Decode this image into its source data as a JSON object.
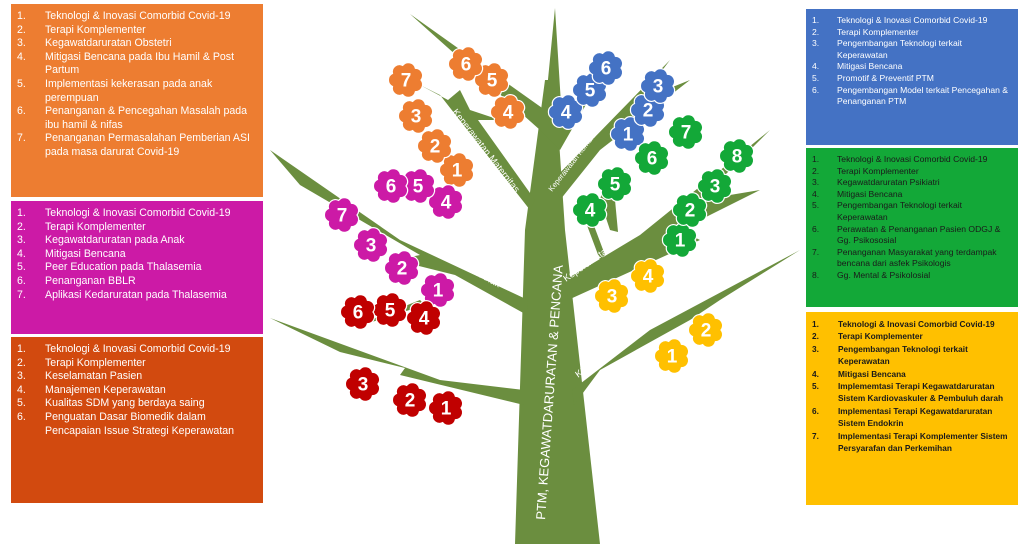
{
  "trunk_label": "PTM, KEGAWATDARURATAN & PENCANA",
  "branches": {
    "maternitas": "Keperawatan Maternitas",
    "komunitas": "Keperawatan Komunitas, Keluarga & Gerontik",
    "anak": "Keperawatan Anak",
    "jiwa": "Keperawatan Jiwa",
    "dasar": "Keperawatan Dasar",
    "kmb": "KMB & Kegawatdaruratan"
  },
  "colors": {
    "maternitas": "#ed7d31",
    "anak": "#cc1aa6",
    "dasar": "#c00000",
    "komunitas": "#4472c4",
    "jiwa": "#13a838",
    "kmb": "#ffc000",
    "tree": "#6b8e3f"
  },
  "panels": {
    "maternitas": [
      {
        "num": "1.",
        "text": "Teknologi & Inovasi Comorbid Covid-19"
      },
      {
        "num": "2.",
        "text": "Terapi Komplementer"
      },
      {
        "num": "3.",
        "text": "Kegawatdaruratan Obstetri"
      },
      {
        "num": "4.",
        "text": "Mitigasi Bencana  pada Ibu Hamil & Post Partum"
      },
      {
        "num": "5.",
        "text": "Implementasi kekerasan pada anak perempuan"
      },
      {
        "num": "6.",
        "text": "Penanganan & Pencegahan Masalah pada ibu hamil & nifas"
      },
      {
        "num": "7.",
        "text": "Penanganan Permasalahan Pemberian ASI pada masa darurat Covid-19"
      }
    ],
    "anak": [
      {
        "num": "1.",
        "text": "Teknologi & Inovasi Comorbid Covid-19"
      },
      {
        "num": "2.",
        "text": "Terapi Komplementer"
      },
      {
        "num": "3.",
        "text": "Kegawatdaruratan pada Anak"
      },
      {
        "num": "4.",
        "text": "Mitigasi Bencana"
      },
      {
        "num": "5.",
        "text": "Peer Education pada Thalasemia"
      },
      {
        "num": "6.",
        "text": "Penanganan BBLR"
      },
      {
        "num": "7.",
        "text": "Aplikasi Kedaruratan pada Thalasemia"
      }
    ],
    "dasar": [
      {
        "num": "1.",
        "text": "Teknologi & Inovasi Comorbid Covid-19"
      },
      {
        "num": "2.",
        "text": "Terapi Komplementer"
      },
      {
        "num": "3.",
        "text": "Keselamatan Pasien"
      },
      {
        "num": "4.",
        "text": "Manajemen Keperawatan"
      },
      {
        "num": "5.",
        "text": "Kualitas SDM yang berdaya saing"
      },
      {
        "num": "6.",
        "text": "Penguatan Dasar Biomedik dalam Pencapaian Issue Strategi Keperawatan"
      }
    ],
    "komunitas": [
      {
        "num": "1.",
        "text": "Teknologi & Inovasi Comorbid Covid-19"
      },
      {
        "num": "2.",
        "text": "Terapi Komplementer"
      },
      {
        "num": "3.",
        "text": "Pengembangan Teknologi terkait Keperawatan"
      },
      {
        "num": "4.",
        "text": "Mitigasi Bencana"
      },
      {
        "num": "5.",
        "text": "Promotif & Preventif PTM"
      },
      {
        "num": "6.",
        "text": "Pengembangan Model terkait Pencegahan & Penanganan PTM"
      }
    ],
    "jiwa": [
      {
        "num": "1.",
        "text": "Teknologi & Inovasi Comorbid Covid-19"
      },
      {
        "num": "2.",
        "text": "Terapi Komplementer"
      },
      {
        "num": "3.",
        "text": "Kegawatdaruratan Psikiatri"
      },
      {
        "num": "4.",
        "text": "Mitigasi Bencana"
      },
      {
        "num": "5.",
        "text": "Pengembangan Teknologi terkait Keperawatan"
      },
      {
        "num": "6.",
        "text": "Perawatan & Penanganan Pasien ODGJ & Gg. Psikososial"
      },
      {
        "num": "7.",
        "text": "Penanganan Masyarakat yang terdampak bencana dari asfek Psikologis"
      },
      {
        "num": "8.",
        "text": "Gg. Mental & Psikolosial"
      }
    ],
    "kmb": [
      {
        "num": "1.",
        "text": "Teknologi & Inovasi Comorbid Covid-19"
      },
      {
        "num": "2.",
        "text": "Terapi Komplementer"
      },
      {
        "num": "3.",
        "text": "Pengembangan Teknologi terkait Keperawatan"
      },
      {
        "num": "4.",
        "text": "Mitigasi Bencana"
      },
      {
        "num": "5.",
        "text": "Implememtasi Terapi Kegawatdaruratan Sistem Kardiovaskuler & Pembuluh darah"
      },
      {
        "num": "6.",
        "text": "Implementasi Terapi Kegawatdaruratan Sistem Endokrin"
      },
      {
        "num": "7.",
        "text": "Implementasi Terapi Komplementer Sistem Persyarafan dan Perkemihan"
      }
    ]
  },
  "clouds": {
    "maternitas": [
      "1",
      "2",
      "3",
      "4",
      "5",
      "6",
      "7"
    ],
    "anak": [
      "1",
      "2",
      "3",
      "4",
      "5",
      "6",
      "7"
    ],
    "dasar": [
      "1",
      "2",
      "3",
      "4",
      "5",
      "6"
    ],
    "komunitas": [
      "1",
      "2",
      "3",
      "4",
      "5",
      "6"
    ],
    "jiwa": [
      "1",
      "2",
      "3",
      "4",
      "5",
      "6",
      "7",
      "8"
    ],
    "kmb": [
      "1",
      "2",
      "3",
      "4"
    ]
  }
}
